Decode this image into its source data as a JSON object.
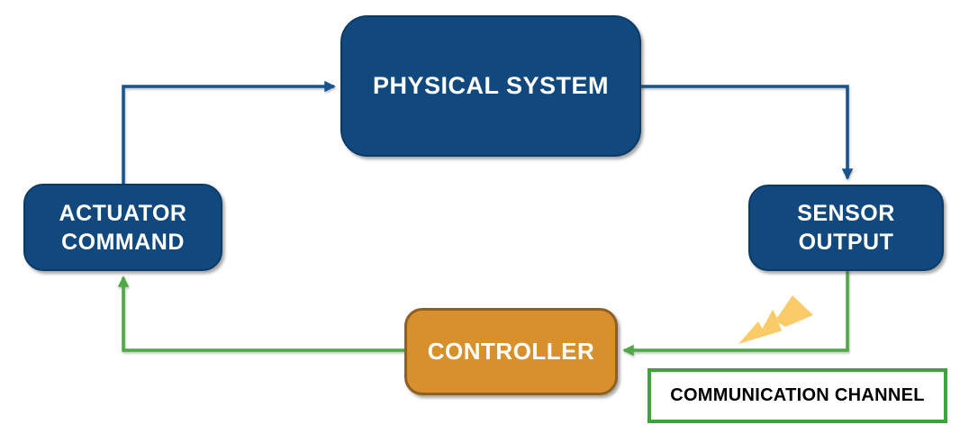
{
  "diagram": {
    "nodes": {
      "physical_system": {
        "label": "PHYSICAL SYSTEM",
        "shape": "rounded-rect",
        "fill": "blue"
      },
      "actuator_command": {
        "label": "ACTUATOR COMMAND",
        "shape": "rounded-rect",
        "fill": "blue"
      },
      "sensor_output": {
        "label": "SENSOR OUTPUT",
        "shape": "rounded-rect",
        "fill": "blue"
      },
      "controller": {
        "label": "CONTROLLER",
        "shape": "rounded-rect",
        "fill": "orange"
      },
      "communication_channel": {
        "label": "COMMUNICATION CHANNEL",
        "shape": "rect-outline",
        "fill": "white"
      }
    },
    "edges": [
      {
        "from": "actuator_command",
        "to": "physical_system",
        "color": "blue"
      },
      {
        "from": "physical_system",
        "to": "sensor_output",
        "color": "blue"
      },
      {
        "from": "sensor_output",
        "to": "controller",
        "color": "green",
        "icon": "lightning-bolt-icon"
      },
      {
        "from": "controller",
        "to": "actuator_command",
        "color": "green"
      }
    ],
    "icons": {
      "interference": "lightning-bolt-icon"
    }
  },
  "colors": {
    "node_blue_fill": "#11497E",
    "node_blue_border": "#0B3A66",
    "arrow_blue": "#17538C",
    "arrow_green": "#4EA844",
    "channel_border": "#3DA33D",
    "controller_fill": "#D8902C",
    "controller_border": "#8E6023",
    "bolt_yellow": "#FACB69",
    "text_on_node": "#FFFFFF",
    "channel_text": "#000000"
  }
}
